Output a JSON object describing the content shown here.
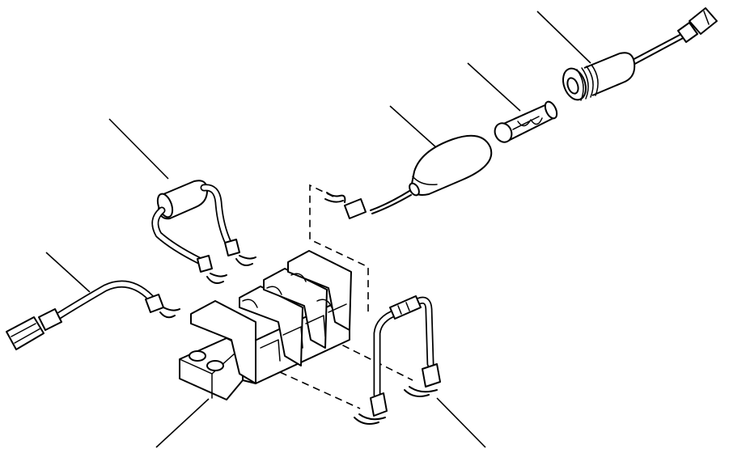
{
  "diagram": {
    "components": [
      {
        "id": "terminal-block",
        "icon": "terminal-block-icon"
      },
      {
        "id": "jumper-lead-front",
        "icon": "wire-lead-icon"
      },
      {
        "id": "suppressor-lead",
        "icon": "capacitor-lead-icon"
      },
      {
        "id": "fuse-holder-cap",
        "icon": "fuse-holder-cap-icon"
      },
      {
        "id": "fuse",
        "icon": "fuse-icon"
      },
      {
        "id": "fuse-holder-body",
        "icon": "fuse-holder-body-icon"
      },
      {
        "id": "jumper-wires-right",
        "icon": "jumper-wire-icon"
      }
    ],
    "colors": {
      "line": "#000000",
      "background": "#ffffff"
    }
  }
}
